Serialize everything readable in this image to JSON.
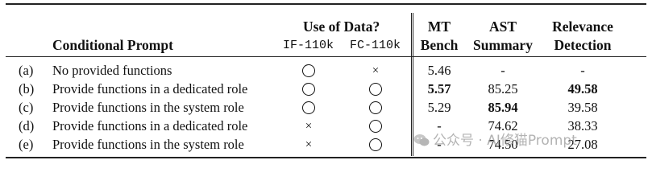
{
  "header": {
    "use_of_data": "Use of Data?",
    "conditional_prompt": "Conditional Prompt",
    "if110k": "IF-110k",
    "fc110k": "FC-110k",
    "mt_bench_1": "MT",
    "mt_bench_2": "Bench",
    "ast_1": "AST",
    "ast_2": "Summary",
    "rel_1": "Relevance",
    "rel_2": "Detection"
  },
  "rows": [
    {
      "id": "(a)",
      "prompt": "No provided functions",
      "if110k": "circle",
      "fc110k": "cross",
      "mt": "5.46",
      "ast": "-",
      "rel": "-"
    },
    {
      "id": "(b)",
      "prompt": "Provide functions in a dedicated role",
      "if110k": "circle",
      "fc110k": "circle",
      "mt": "5.57",
      "ast": "85.25",
      "rel": "49.58"
    },
    {
      "id": "(c)",
      "prompt": "Provide functions in the system role",
      "if110k": "circle",
      "fc110k": "circle",
      "mt": "5.29",
      "ast": "85.94",
      "rel": "39.58"
    },
    {
      "id": "(d)",
      "prompt": "Provide functions in a dedicated role",
      "if110k": "cross",
      "fc110k": "circle",
      "mt": "-",
      "ast": "74.62",
      "rel": "38.33"
    },
    {
      "id": "(e)",
      "prompt": "Provide functions in the system role",
      "if110k": "cross",
      "fc110k": "circle",
      "mt": "-",
      "ast": "74.50",
      "rel": "27.08"
    }
  ],
  "symbols": {
    "cross": "×"
  },
  "watermark": "公众号 · AI修猫Prompt"
}
